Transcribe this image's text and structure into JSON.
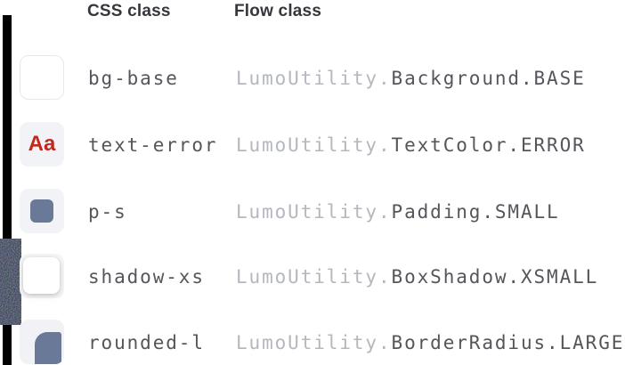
{
  "table": {
    "headers": [
      {
        "label": "CSS class"
      },
      {
        "label": "Flow class"
      }
    ],
    "rows": [
      {
        "css_class": "bg-base",
        "flow_prefix": "LumoUtility.",
        "flow_member": "Background.BASE",
        "icon": "background-base-swatch-icon",
        "icon_text": ""
      },
      {
        "css_class": "text-error",
        "flow_prefix": "LumoUtility.",
        "flow_member": "TextColor.ERROR",
        "icon": "text-error-sample-icon",
        "icon_text": "Aa"
      },
      {
        "css_class": "p-s",
        "flow_prefix": "LumoUtility.",
        "flow_member": "Padding.SMALL",
        "icon": "padding-small-swatch-icon",
        "icon_text": ""
      },
      {
        "css_class": "shadow-xs",
        "flow_prefix": "LumoUtility.",
        "flow_member": "BoxShadow.XSMALL",
        "icon": "box-shadow-xsmall-swatch-icon",
        "icon_text": ""
      },
      {
        "css_class": "rounded-l",
        "flow_prefix": "LumoUtility.",
        "flow_member": "BorderRadius.LARGE",
        "icon": "border-radius-large-swatch-icon",
        "icon_text": ""
      }
    ]
  },
  "colors": {
    "header_text": "#35373c",
    "code_text": "#54565b",
    "code_prefix_text": "#b4b7be",
    "error_red": "#c5261e",
    "slate_blue": "#6b7999",
    "swatch_gray": "#f2f3f6"
  }
}
